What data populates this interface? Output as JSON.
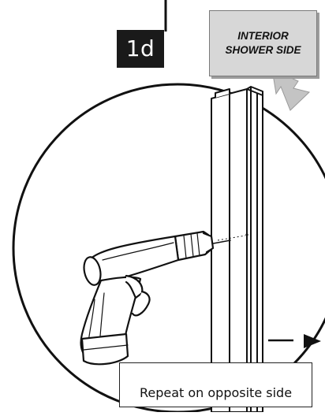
{
  "step_label": "1d",
  "side_tag": "INTERIOR\nSHOWER SIDE",
  "caption": "Repeat on opposite side",
  "colors": {
    "badge_background": "#1a1a1a",
    "tag_background": "#d7d7d7",
    "arrow": "#c4c4c4",
    "line_art": "#111111"
  },
  "icons": [
    "drill-icon",
    "wall-jamb-icon",
    "direction-arrow-icon"
  ]
}
